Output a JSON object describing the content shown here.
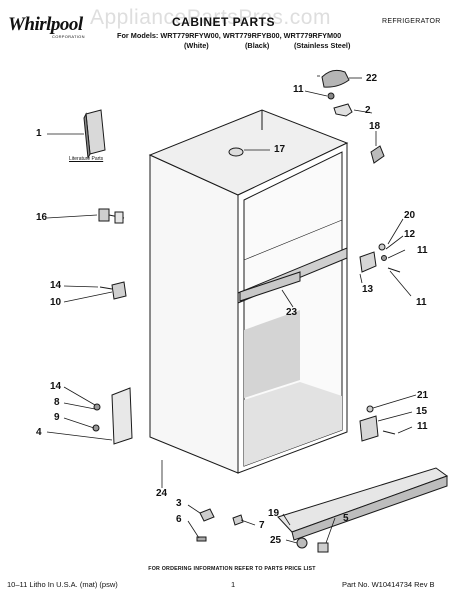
{
  "header": {
    "brand": "Whirlpool",
    "brand_sub": "CORPORATION",
    "watermark": "AppliancePartsPros.com",
    "title": "CABINET PARTS",
    "category": "REFRIGERATOR",
    "models_line": "For Models: WRT779RFYW00, WRT779RFYB00, WRT779RFYM00",
    "variants": [
      "(White)",
      "(Black)",
      "(Stainless Steel)"
    ]
  },
  "diagram": {
    "literature_label": "Literature Parts",
    "callouts": [
      "1",
      "2",
      "3",
      "4",
      "5",
      "6",
      "7",
      "8",
      "9",
      "10",
      "11",
      "11",
      "11",
      "11",
      "12",
      "13",
      "14",
      "14",
      "15",
      "16",
      "17",
      "18",
      "19",
      "20",
      "21",
      "22",
      "23",
      "24",
      "25"
    ]
  },
  "footer": {
    "order_note": "FOR ORDERING INFORMATION REFER TO PARTS PRICE LIST",
    "left": "10–11 Litho In U.S.A. (mat) (psw)",
    "page": "1",
    "part_no": "Part No. W10414734 Rev B"
  },
  "colors": {
    "line": "#1a1a1a",
    "shade": "#bdbdbd",
    "watermark": "#dedede"
  }
}
